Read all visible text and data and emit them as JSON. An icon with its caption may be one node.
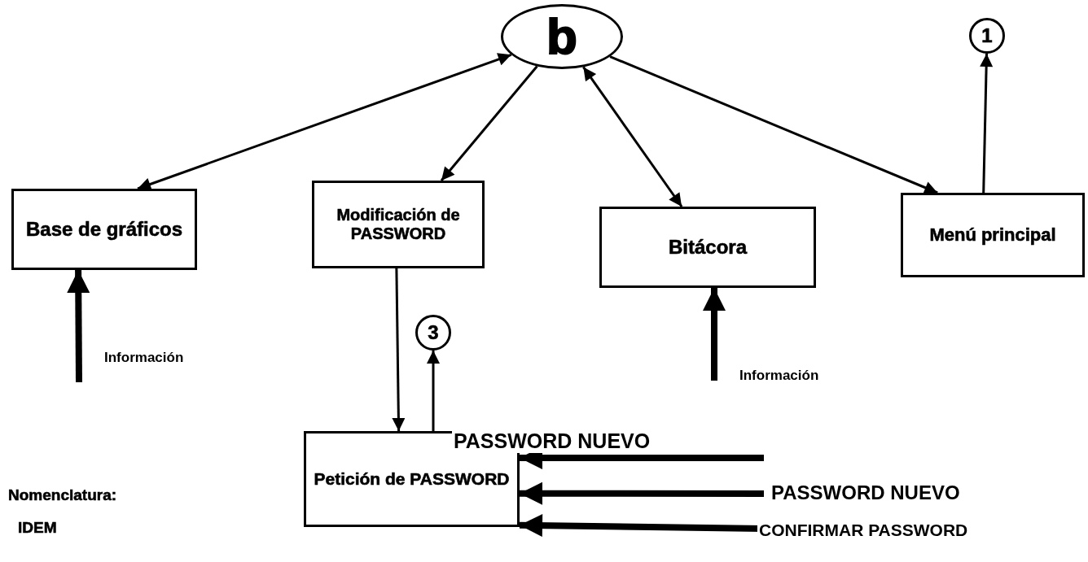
{
  "diagram": {
    "nodes": [
      {
        "text": [
          "b"
        ]
      },
      {
        "text": [
          "Base de gráficos"
        ]
      },
      {
        "text": [
          "Modificación de PASSWORD"
        ]
      },
      {
        "text": [
          "Bitácora"
        ]
      },
      {
        "text": [
          "Menú principal"
        ]
      },
      {
        "text": [
          "1"
        ]
      },
      {
        "text": [
          "3"
        ]
      },
      {
        "text": [
          "Petición de PASSWORD"
        ]
      }
    ],
    "edges": [
      {
        "from": 0,
        "to": 1,
        "arrow": "both"
      },
      {
        "from": 0,
        "to": 2,
        "arrow": "to"
      },
      {
        "from": 0,
        "to": 3,
        "arrow": "both"
      },
      {
        "from": 0,
        "to": 4,
        "arrow": "to"
      },
      {
        "from": 4,
        "to": 5,
        "arrow": "to"
      },
      {
        "from": 2,
        "to": 7,
        "arrow": "to"
      },
      {
        "from": 7,
        "to": 6,
        "arrow": "to",
        "label": "PASSWORD NUEVO"
      },
      {
        "from": null,
        "to": 1,
        "arrow": "to",
        "style": "thick",
        "label": "Información"
      },
      {
        "from": null,
        "to": 3,
        "arrow": "to",
        "style": "thick",
        "label": "Información"
      },
      {
        "from": null,
        "to": 7,
        "arrow": "to",
        "style": "thick"
      },
      {
        "from": null,
        "to": 7,
        "arrow": "to",
        "style": "thick",
        "label": "PASSWORD NUEVO"
      },
      {
        "from": null,
        "to": 7,
        "arrow": "to",
        "style": "thick",
        "label": "CONFIRMAR PASSWORD"
      }
    ],
    "labels": [
      "Nomenclatura:",
      "IDEM"
    ]
  }
}
